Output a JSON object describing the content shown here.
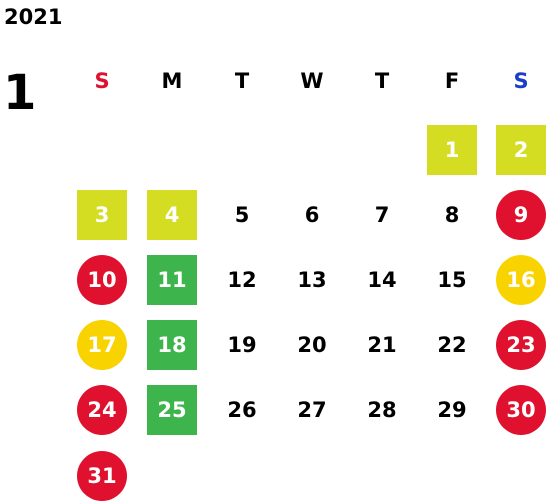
{
  "calendar": {
    "year": "2021",
    "month": "1",
    "weekdays": [
      {
        "label": "S",
        "color": "#e0112e"
      },
      {
        "label": "M",
        "color": "#000000"
      },
      {
        "label": "T",
        "color": "#000000"
      },
      {
        "label": "W",
        "color": "#000000"
      },
      {
        "label": "T",
        "color": "#000000"
      },
      {
        "label": "F",
        "color": "#000000"
      },
      {
        "label": "S",
        "color": "#1a3ec8"
      }
    ],
    "weeks": [
      [
        null,
        null,
        null,
        null,
        null,
        {
          "day": "1",
          "style": "sq-yellowgreen"
        },
        {
          "day": "2",
          "style": "sq-yellowgreen"
        }
      ],
      [
        {
          "day": "3",
          "style": "sq-yellowgreen"
        },
        {
          "day": "4",
          "style": "sq-yellowgreen"
        },
        {
          "day": "5",
          "style": "plain"
        },
        {
          "day": "6",
          "style": "plain"
        },
        {
          "day": "7",
          "style": "plain"
        },
        {
          "day": "8",
          "style": "plain"
        },
        {
          "day": "9",
          "style": "circ-red"
        }
      ],
      [
        {
          "day": "10",
          "style": "circ-red"
        },
        {
          "day": "11",
          "style": "sq-green"
        },
        {
          "day": "12",
          "style": "plain"
        },
        {
          "day": "13",
          "style": "plain"
        },
        {
          "day": "14",
          "style": "plain"
        },
        {
          "day": "15",
          "style": "plain"
        },
        {
          "day": "16",
          "style": "circ-yellow"
        }
      ],
      [
        {
          "day": "17",
          "style": "circ-yellow"
        },
        {
          "day": "18",
          "style": "sq-green"
        },
        {
          "day": "19",
          "style": "plain"
        },
        {
          "day": "20",
          "style": "plain"
        },
        {
          "day": "21",
          "style": "plain"
        },
        {
          "day": "22",
          "style": "plain"
        },
        {
          "day": "23",
          "style": "circ-red"
        }
      ],
      [
        {
          "day": "24",
          "style": "circ-red"
        },
        {
          "day": "25",
          "style": "sq-green"
        },
        {
          "day": "26",
          "style": "plain"
        },
        {
          "day": "27",
          "style": "plain"
        },
        {
          "day": "28",
          "style": "plain"
        },
        {
          "day": "29",
          "style": "plain"
        },
        {
          "day": "30",
          "style": "circ-red"
        }
      ],
      [
        {
          "day": "31",
          "style": "circ-red"
        },
        null,
        null,
        null,
        null,
        null,
        null
      ]
    ],
    "colors": {
      "sq-yellowgreen": "#d4dd22",
      "sq-green": "#3db54c",
      "circ-red": "#e0112e",
      "circ-yellow": "#f8d300"
    }
  }
}
